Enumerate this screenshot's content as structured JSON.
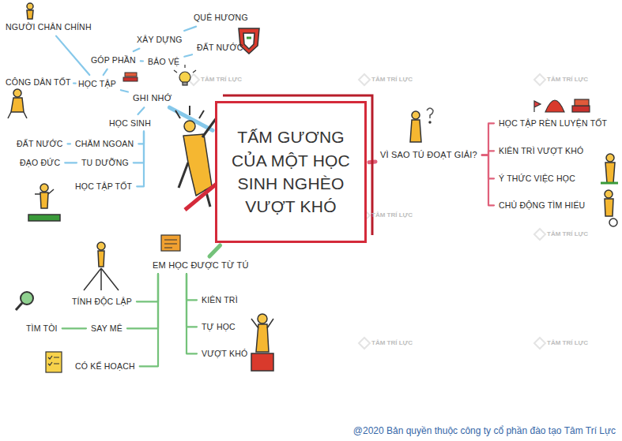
{
  "diagram": {
    "caption": "@2020 Bản quyền thuộc công ty cổ phần đào tạo Tâm Trí Lực",
    "nodes": [
      {
        "text": [
          "TẤM GƯƠNG CỦA MỘT HỌC SINH NGHÈO VƯỢT KHÓ"
        ]
      },
      {
        "text": [
          "VÌ SAO TÚ ĐOẠT GIẢI?"
        ]
      },
      {
        "text": [
          "HỌC TẬP RÈN LUYỆN TỐT"
        ]
      },
      {
        "text": [
          "KIÊN TRÌ VƯỢT KHÓ"
        ]
      },
      {
        "text": [
          "Ý THỨC VIỆC HỌC"
        ]
      },
      {
        "text": [
          "CHỦ ĐỘNG TÌM HIỂU"
        ]
      },
      {
        "text": [
          "EM HỌC ĐƯỢC TỪ TÚ"
        ]
      },
      {
        "text": [
          "TÍNH ĐỘC LẬP"
        ]
      },
      {
        "text": [
          "SAY MÊ"
        ]
      },
      {
        "text": [
          "TÌM TÒI"
        ]
      },
      {
        "text": [
          "CÓ KẾ HOẠCH"
        ]
      },
      {
        "text": [
          "KIÊN TRÌ"
        ]
      },
      {
        "text": [
          "TỰ HỌC"
        ]
      },
      {
        "text": [
          "VƯỢT KHÓ"
        ]
      },
      {
        "text": [
          "GHI NHỚ"
        ]
      },
      {
        "text": [
          "HỌC TẬP"
        ]
      },
      {
        "text": [
          "GÓP PHẦN"
        ]
      },
      {
        "text": [
          "XÂY DỰNG"
        ]
      },
      {
        "text": [
          "QUÊ HƯƠNG"
        ]
      },
      {
        "text": [
          "BẢO VỆ"
        ]
      },
      {
        "text": [
          "ĐẤT NƯỚC"
        ]
      },
      {
        "text": [
          "NGƯỜI CHÂN CHÍNH"
        ]
      },
      {
        "text": [
          "CÔNG DÂN TỐT"
        ]
      },
      {
        "text": [
          "HỌC SINH"
        ]
      },
      {
        "text": [
          "CHĂM NGOAN"
        ]
      },
      {
        "text": [
          "ĐẤT NƯỚC"
        ]
      },
      {
        "text": [
          "TU DƯỠNG"
        ]
      },
      {
        "text": [
          "ĐẠO ĐỨC"
        ]
      },
      {
        "text": [
          "HỌC TẬP TỐT"
        ]
      }
    ],
    "edges": [
      {
        "from": 0,
        "to": 1,
        "arrow": "none"
      },
      {
        "from": 1,
        "to": 2,
        "arrow": "none"
      },
      {
        "from": 1,
        "to": 3,
        "arrow": "none"
      },
      {
        "from": 1,
        "to": 4,
        "arrow": "none"
      },
      {
        "from": 1,
        "to": 5,
        "arrow": "none"
      },
      {
        "from": 0,
        "to": 6,
        "arrow": "none"
      },
      {
        "from": 6,
        "to": 7,
        "arrow": "none"
      },
      {
        "from": 6,
        "to": 8,
        "arrow": "none"
      },
      {
        "from": 6,
        "to": 10,
        "arrow": "none"
      },
      {
        "from": 8,
        "to": 9,
        "arrow": "none"
      },
      {
        "from": 6,
        "to": 11,
        "arrow": "none"
      },
      {
        "from": 6,
        "to": 12,
        "arrow": "none"
      },
      {
        "from": 6,
        "to": 13,
        "arrow": "none"
      },
      {
        "from": 0,
        "to": 14,
        "arrow": "none"
      },
      {
        "from": 14,
        "to": 15,
        "arrow": "none"
      },
      {
        "from": 14,
        "to": 23,
        "arrow": "none"
      },
      {
        "from": 15,
        "to": 16,
        "arrow": "none"
      },
      {
        "from": 15,
        "to": 21,
        "arrow": "none"
      },
      {
        "from": 15,
        "to": 22,
        "arrow": "none"
      },
      {
        "from": 16,
        "to": 17,
        "arrow": "none"
      },
      {
        "from": 16,
        "to": 19,
        "arrow": "none"
      },
      {
        "from": 17,
        "to": 18,
        "arrow": "none"
      },
      {
        "from": 19,
        "to": 20,
        "arrow": "none"
      },
      {
        "from": 23,
        "to": 24,
        "arrow": "none"
      },
      {
        "from": 23,
        "to": 26,
        "arrow": "none"
      },
      {
        "from": 23,
        "to": 28,
        "arrow": "none"
      },
      {
        "from": 24,
        "to": 25,
        "arrow": "none"
      },
      {
        "from": 26,
        "to": 27,
        "arrow": "none"
      }
    ],
    "labels": [
      "TÂM TRÍ LỰC",
      "TÂM TRÍ LỰC",
      "TÂM TRÍ LỰC",
      "TÂM TRÍ LỰC",
      "TÂM TRÍ LỰC",
      "TÂM TRÍ LỰC",
      "TÂM TRÍ LỰC"
    ]
  }
}
